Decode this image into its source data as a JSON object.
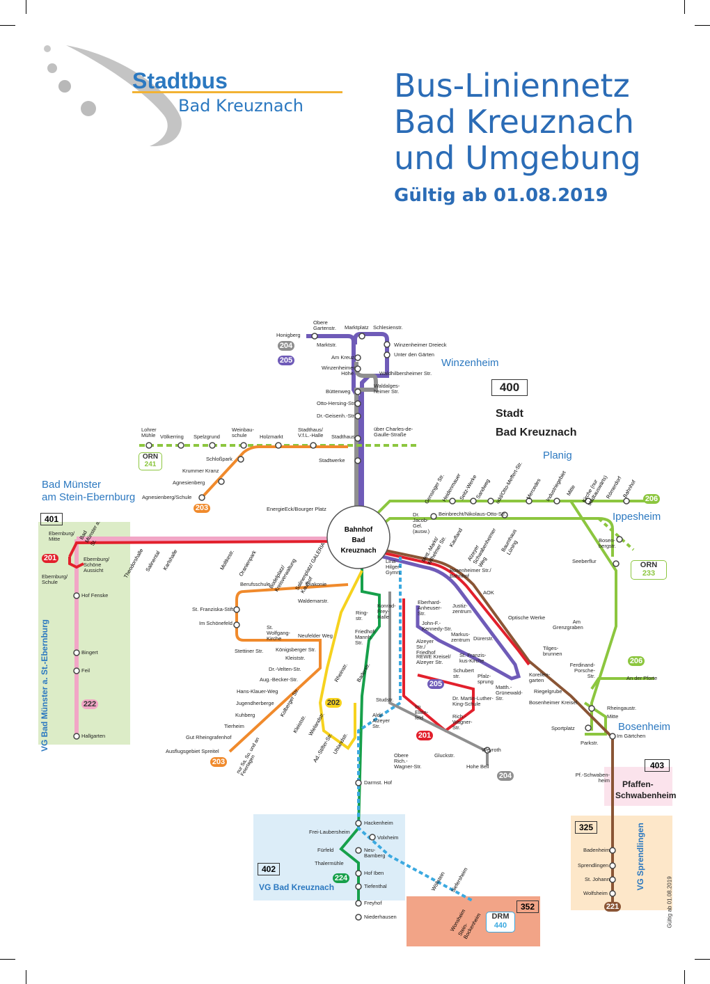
{
  "header": {
    "brand_title": "Stadtbus",
    "brand_sub": "Bad Kreuznach",
    "title_line1": "Bus-Liniennetz",
    "title_line2": "Bad Kreuznach",
    "title_line3": "und Umgebung",
    "valid": "Gültig ab 01.08.2019"
  },
  "colors": {
    "blue": "#2b6cb6",
    "purple": "#6f5bb8",
    "gray": "#8f8f8f",
    "orange": "#f08a2c",
    "pink": "#f2a6c6",
    "red": "#e2202c",
    "yellow": "#f6d21e",
    "green": "#8cc63f",
    "darkgreen": "#17a04b",
    "brown": "#8a5535",
    "lightblue": "#3ba9e0"
  },
  "lines": {
    "l204": "204",
    "l205": "205",
    "l400": "400",
    "l241": "241",
    "orn": "ORN",
    "l203": "203",
    "l401": "401",
    "l201": "201",
    "l206": "206",
    "l233": "233",
    "l222": "222",
    "l202": "202",
    "l205b": "205",
    "l201b": "201",
    "l203b": "203",
    "l204b": "204",
    "l403": "403",
    "l206b": "206",
    "l325": "325",
    "l402": "402",
    "l224": "224",
    "l352": "352",
    "drm": "DRM",
    "l440": "440",
    "l221": "221",
    "orn2": "ORN"
  },
  "areas": {
    "winzenheim": "Winzenheim",
    "stadt1": "Stadt",
    "stadt2": "Bad Kreuznach",
    "planig": "Planig",
    "bad_muenster1": "Bad Münster",
    "bad_muenster2": "am Stein-Ebernburg",
    "ippesheim": "Ippesheim",
    "bosenheim": "Bosenheim",
    "pfaffen1": "Pfaffen-",
    "pfaffen2": "Schwabenheim",
    "vg_bm": "VG Bad Münster a. St.-Ebernburg",
    "vg_kh": "VG Bad Kreuznach",
    "vg_spr": "VG Sprendlingen",
    "hub1": "Bahnhof",
    "hub2": "Bad",
    "hub3": "Kreuznach"
  },
  "stops": {
    "obere_gartenstr": "Obere Gartenstr.",
    "marktplatz": "Marktplatz",
    "schlesienstr": "Schlesienstr.",
    "honigberg": "Honigberg",
    "marktstr": "Marktstr.",
    "winz_dreieck": "Winzenheimer Dreieck",
    "am_kreuz": "Am Kreuz",
    "unter_gaerten": "Unter den Gärten",
    "winz_hoehe": "Winzenheimer Höhe",
    "waldhilbersheimer": "Waldhilbersheimer Str.",
    "buettenweg": "Büttenweg",
    "waldalges": "Waldalges-heimer Str.",
    "otto_hersing": "Otto-Hersing-Str.",
    "geisenh": "Dr.-Geisenh.-Str.",
    "lohrer": "Lohrer Mühle",
    "voelkerring": "Völkerring",
    "spelzgrund": "Spelzgrund",
    "weinbau": "Weinbau-schule",
    "holzmarkt": "Holzmarkt",
    "stadthaus_vfl": "Stadthaus/ V.f.L.-Halle",
    "stadthaus": "Stadthaus",
    "ueber_cdg": "über Charles-de-Gaulle-Straße",
    "schlosspark": "Schloßpark",
    "stadtwerke": "Stadtwerke",
    "krummer_kranz": "Krummer Kranz",
    "agnesienberg": "Agnesienberg",
    "agnesienberg_schule": "Agnesienberg/Schule",
    "energieeck": "EnergieEck/Bourger Platz",
    "dr_jacob": "Dr. Jacob-Gel. (ausw.)",
    "beinbrecht": "Beinbrecht/Nikolaus-Otto-Str.",
    "gensinger": "Gensinger Str.",
    "heidenmauer": "Heidenmauer",
    "seitz": "Seitz-Werke",
    "sandweg": "Sandweg",
    "odd_otto": "odd/Otto-Meffert-Str.",
    "mercedes": "Mercedes",
    "industrie": "Industriegebiet",
    "mitte_planig": "Mitte",
    "kirche": "Kirche (nur stadtauswärts)",
    "roemerdorf": "Römerdorf",
    "bahnhof_planig": "Bahnhof",
    "eb_mitte": "Ebernburg/ Mitte",
    "bm_ast": "Bad Münster a. St.",
    "theodorshalle": "Theodorshalle",
    "salinental": "Salinental",
    "karlshalle": "Karlshalle",
    "moltkestr": "Moltkestr.",
    "oranienpark": "Oranienpark",
    "bodeplatz": "Bodelplatz/ Kreisverwaltung",
    "salinenplatz": "Salinenplatz/ GALERIA Kaufhof",
    "mett_markt": "Mett.-Markt/ Wilhelmer Str.",
    "kaufland": "Kaufland",
    "alzeyer_schwaben": "Alzeyer Schwabenheimer Weg",
    "baumhaus": "Baumhaus Lüning",
    "bosenbergstr": "Bosen-bergstr.",
    "eb_schoene": "Ebernburg/ Schöne Aussicht",
    "eb_schule": "Ebernburg/ Schule",
    "hof_fenske": "Hof Fenske",
    "bingert": "Bingert",
    "feil": "Feil",
    "hallgarten": "Hallgarten",
    "berufsschule": "Berufsschule",
    "diakonie": "Diakonie",
    "lina_hilger": "Lina-Hilger-Gymn.",
    "bosenheimer_bhf": "Bosenheimer Str./ Bahnhof",
    "seeberflur": "Seeberflur",
    "aok": "AOK",
    "waldemarstr": "Waldemarstr.",
    "konrad_frey": "Konrad-Frey-Halle",
    "ringstr": "Ring-str.",
    "eberhard_anheuser": "Eberhard-Anheuser-Str.",
    "justizzentrum": "Justiz-zentrum",
    "franziska_stift": "St. Franziska-Stift",
    "schoenefeld": "Im Schönefeld",
    "wolfgang": "St. Wolfgang-Kirche",
    "neufelder": "Neufelder Weg",
    "friedhof": "Friedhof/ Mannh. Str.",
    "john_f": "John-F.-Kennedy-Str.",
    "optische": "Optische Werke",
    "grenzgraben": "Am Grenzgraben",
    "markus": "Markus-zentrum",
    "duererstr": "Dürerstr.",
    "alzeyer_friedhof": "Alzeyer Str./ Friedhof",
    "stettiner": "Stettiner Str.",
    "koenigsberger": "Königsberger Str.",
    "kleiststr": "Kleiststr.",
    "rewe": "REWE Kreisel/ Alzeyer Str.",
    "franziskus": "St. Franzis-kus-Kirche",
    "tilgesbrunnen": "Tilges-brunnen",
    "ferdinand": "Ferdinand-Porsche-Str.",
    "velten": "Dr.-Velten-Str.",
    "aug_becker": "Aug.-Becker-Str.",
    "schubert": "Schubert str.",
    "pfalzsprung": "Pfalz-sprung",
    "korellen": "Korellen-garten",
    "pforte": "An der Pforte",
    "matth": "Matth.-Grünewald-Str.",
    "riegelgrube": "Riegelgrube",
    "klauer": "Hans-Klauer-Weg",
    "jugendherberge": "Jugendherberge",
    "studstr": "Studstr.",
    "mlk": "Dr. Martin-Luther-King-Schule",
    "bosenheimer_kreisel": "Bosenheimer Kreisel",
    "rheingaustr": "Rheingaustr.",
    "mitte_bosen": "Mitte",
    "kuhberg": "Kuhberg",
    "ellenfeld": "Im Ellen-feld",
    "aldi": "Aldi/ Alzeyer Str.",
    "rich_wagner": "Rich.-Wagner-Str.",
    "tierheim": "Tierheim",
    "sportplatz": "Sportplatz",
    "gaertchen": "Im Gärtchen",
    "parkstr": "Parkstr.",
    "rheingrafenhof": "Gut Rheingrafenhof",
    "spreitel": "Ausflugsgebiet Spreitel",
    "obere_gluck": "Obere Rich.-Wagner-Str.",
    "gluckstr": "Gluckstr.",
    "weyroth": "Weyroth",
    "hohe_bell": "Hohe Bell",
    "schwabenheim": "Pf.-Schwaben-heim",
    "darmst_hof": "Darmst. Hof",
    "hackenheim": "Hackenheim",
    "frei_laubersheim": "Frei-Laubersheim",
    "volxheim": "Volxheim",
    "fuerfeld": "Fürfeld",
    "neu_bamberg": "Neu-Bamberg",
    "thalermuehle": "Thalermühle",
    "hof_iben": "Hof Iben",
    "tiefenthal": "Tiefenthal",
    "freyhof": "Freyhof",
    "niederhausen": "Niederhausen",
    "badenheim": "Badenheim",
    "sprendlingen": "Sprendlingen",
    "st_johann": "St. Johann",
    "wolfsheim": "Wolfsheim",
    "woellstein": "Wöllstein",
    "siefersheim": "Siefersheim",
    "wonsheim": "Wonsheim",
    "stein_bockenheim": "Stein-Bockenheim",
    "nur_sa": "nur Sa, So. und an Feiertagen",
    "rheinstr": "Rheinstr.",
    "baderstr": "Baderstr.",
    "kolberger": "Kolberger Str.",
    "kleiststr2": "Kleiststr.",
    "wielandstr": "Wielandstr.",
    "uhlandstr": "Uhlandstr.",
    "stifter": "Ad.-Stifter-Str.",
    "rheingaust": "Rheingaustr."
  },
  "footer": {
    "date_note": "Gültig ab 01.08.2019"
  }
}
